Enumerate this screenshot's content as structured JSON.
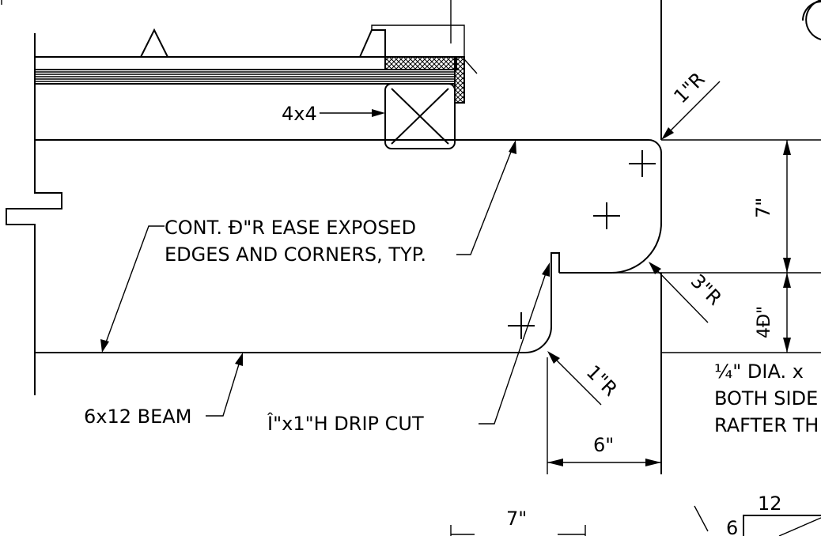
{
  "labels": {
    "post": "4x4",
    "ease_line1": "CONT. Ð\"R EASE EXPOSED",
    "ease_line2": "EDGES AND CORNERS, TYP.",
    "beam": "6x12 BEAM",
    "drip": "Î\"x1\"H DRIP CUT",
    "radius_top": "1\"R",
    "radius_mid": "3\"R",
    "radius_bot": "1\"R",
    "dim_7_right": "7\"",
    "dim_4_right": "4Ð\"",
    "dim_6_bottom": "6\"",
    "dim_7_bottom": "7\"",
    "note_line1": "¼\" DIA. x",
    "note_line2": "BOTH SIDE",
    "note_line3": "RAFTER TH",
    "slope_run": "12",
    "slope_rise": "6"
  }
}
